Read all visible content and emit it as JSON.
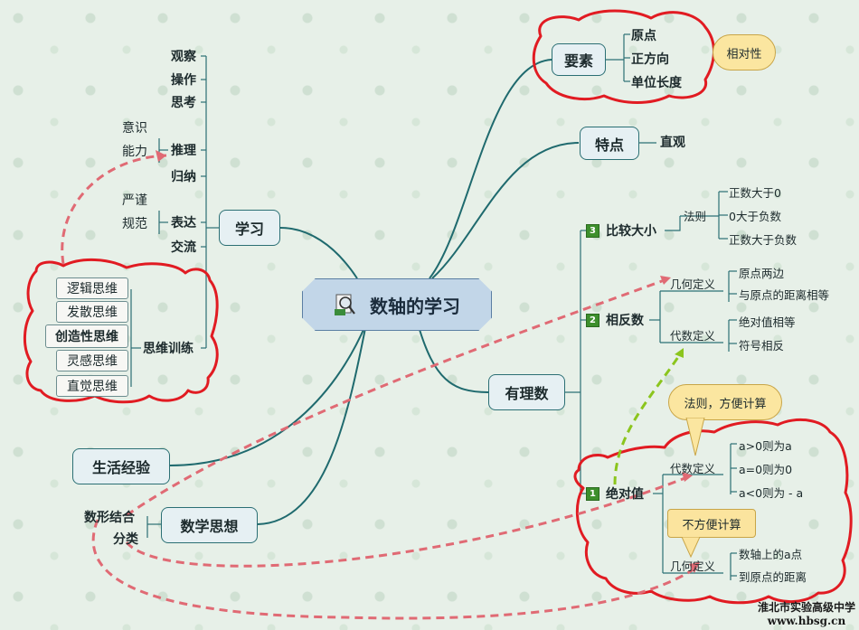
{
  "center": "数轴的学习",
  "elements": {
    "label": "要素",
    "items": [
      "原点",
      "正方向",
      "单位长度"
    ],
    "note": "相对性"
  },
  "feature": {
    "label": "特点",
    "item": "直观"
  },
  "rational": {
    "label": "有理数",
    "compare": {
      "num": "3",
      "label": "比较大小",
      "rule": "法则",
      "items": [
        "正数大于0",
        "0大于负数",
        "正数大于负数"
      ]
    },
    "opposite": {
      "num": "2",
      "label": "相反数",
      "geo": "几何定义",
      "geo_items": [
        "原点两边",
        "与原点的距离相等"
      ],
      "alg": "代数定义",
      "alg_items": [
        "绝对值相等",
        "符号相反"
      ]
    },
    "absolute": {
      "num": "1",
      "label": "绝对值",
      "alg": "代数定义",
      "alg_items": [
        "a>0则为a",
        "a=0则为0",
        "a<0则为 - a"
      ],
      "geo": "几何定义",
      "geo_items": [
        "数轴上的a点",
        "到原点的距离"
      ],
      "callout_alg": "法则，方便计算",
      "callout_geo": "不方便计算"
    }
  },
  "study": {
    "label": "学习",
    "items": [
      "观察",
      "操作",
      "思考",
      "推理",
      "归纳",
      "表达",
      "交流"
    ],
    "reason_sub": [
      "意识",
      "能力"
    ],
    "express_sub": [
      "严谨",
      "规范"
    ],
    "thinking": {
      "label": "思维训练",
      "items": [
        "逻辑思维",
        "发散思维",
        "创造性思维",
        "灵感思维",
        "直觉思维"
      ]
    }
  },
  "life": "生活经验",
  "math": {
    "label": "数学思想",
    "items": [
      "数形结合",
      "分类"
    ]
  },
  "footer": {
    "line1": "淮北市实验高级中学",
    "line2": "www.hbsg.cn"
  }
}
